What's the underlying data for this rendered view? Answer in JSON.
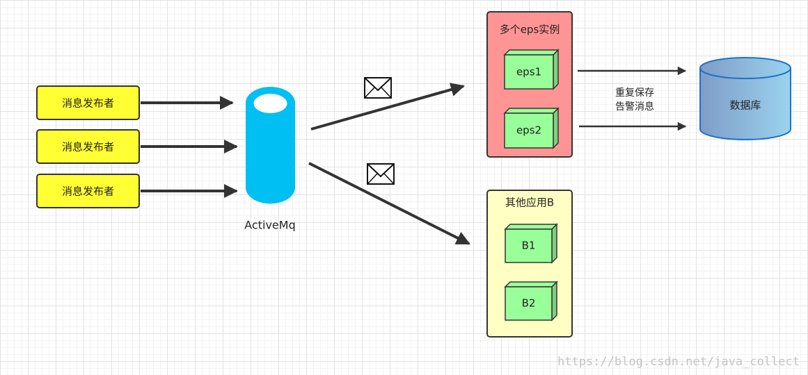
{
  "publishers": [
    {
      "label": "消息发布者"
    },
    {
      "label": "消息发布者"
    },
    {
      "label": "消息发布者"
    }
  ],
  "broker": {
    "label": "ActiveMq"
  },
  "eps_group": {
    "title": "多个eps实例",
    "instances": [
      {
        "label": "eps1"
      },
      {
        "label": "eps2"
      }
    ]
  },
  "other_group": {
    "title": "其他应用B",
    "instances": [
      {
        "label": "B1"
      },
      {
        "label": "B2"
      }
    ]
  },
  "save_note": {
    "line1": "重复保存",
    "line2": "告警消息"
  },
  "database": {
    "label": "数据库"
  },
  "watermark": "https://blog.csdn.net/java_collect",
  "colors": {
    "publisher_fill": "#ffff33",
    "broker_fill": "#00bff3",
    "eps_group_fill": "#ff9494",
    "other_group_fill": "#ffffc4",
    "instance_fill": "#99ff99",
    "database_fill_start": "#7e9cc7",
    "database_fill_end": "#9bd3ee",
    "arrow": "#333333"
  },
  "icons": [
    "envelope-icon",
    "envelope-icon"
  ]
}
